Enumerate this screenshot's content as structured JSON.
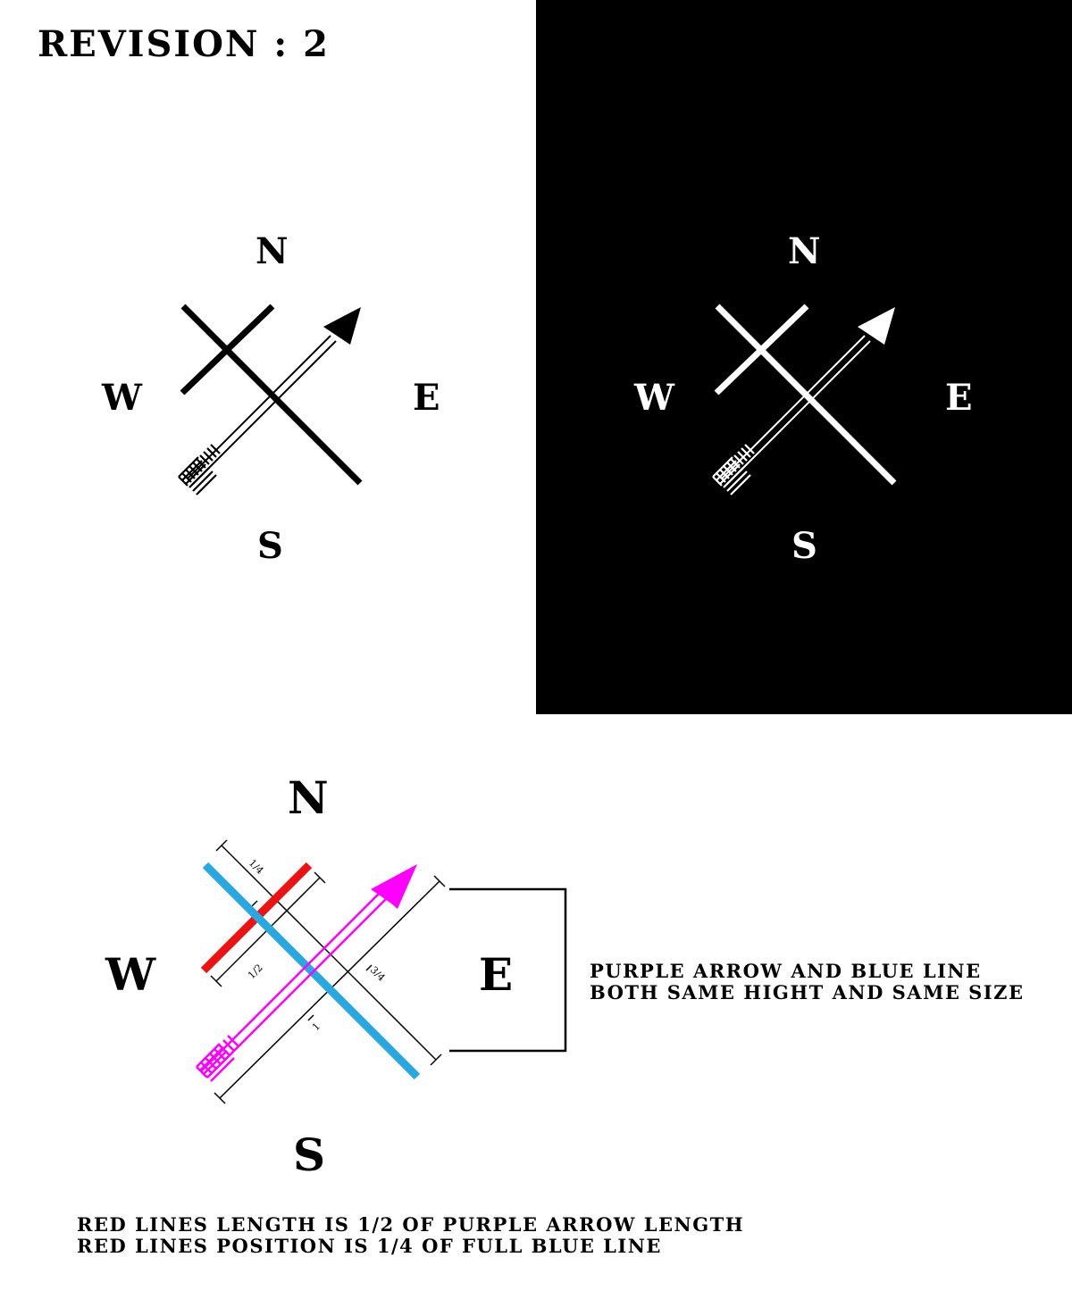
{
  "title": "REVISION : 2",
  "compass_letters": {
    "north": "N",
    "south": "S",
    "east": "E",
    "west": "W"
  },
  "colors": {
    "background": "#ffffff",
    "panel": "#000000",
    "red_line": "#ee1111",
    "blue_line": "#2aa7e0",
    "purple_arrow": "#ff00ff"
  },
  "dimension_labels": {
    "quarter": "1/4",
    "half": "1/2",
    "three_quarter": "3/4",
    "full": "1"
  },
  "notes": {
    "right_line_1": "PURPLE ARROW AND BLUE LINE",
    "right_line_2": "BOTH SAME HIGHT AND SAME SIZE",
    "bottom_line_1": "RED LINES LENGTH IS 1/2 OF PURPLE ARROW LENGTH",
    "bottom_line_2": "RED LINES POSITION IS 1/4 OF FULL BLUE LINE"
  }
}
